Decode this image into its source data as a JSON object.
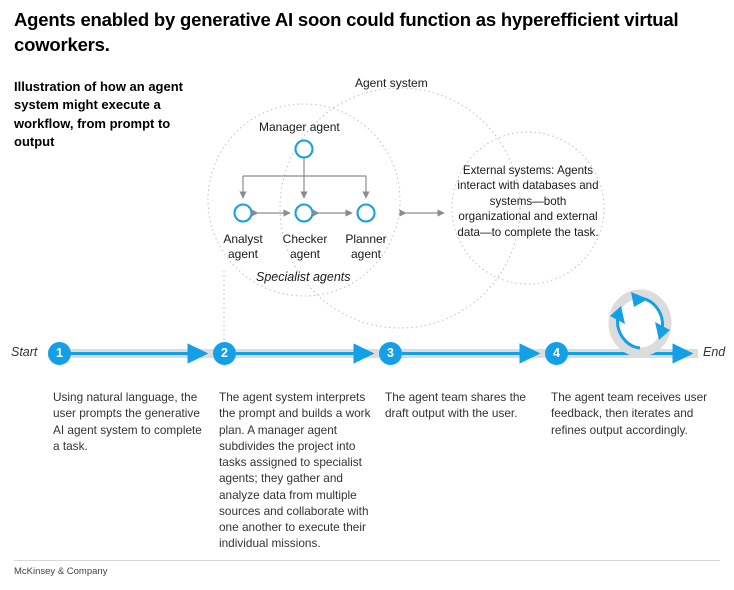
{
  "header": {
    "title": "Agents enabled by generative AI soon could function as hyperefficient virtual coworkers.",
    "subtitle": "Illustration of how an agent system might execute a workflow, from prompt to output"
  },
  "diagram": {
    "agent_system_label": "Agent system",
    "manager_agent_label": "Manager agent",
    "specialist_agents_label": "Specialist agents",
    "specialist_agents": [
      {
        "name": "Analyst\nagent"
      },
      {
        "name": "Checker\nagent"
      },
      {
        "name": "Planner\nagent"
      }
    ],
    "external_systems_text": "External systems: Agents interact with databases and systems—both organizational and external data—to complete the task."
  },
  "timeline": {
    "start_label": "Start",
    "end_label": "End",
    "steps": [
      {
        "number": "1",
        "caption": "Using natural language, the user prompts the generative AI agent system to complete a task."
      },
      {
        "number": "2",
        "caption": "The agent system interprets the prompt and builds a work plan. A manager agent subdivides the project into tasks assigned to specialist agents; they gather and analyze data from multiple sources and collaborate with one another to execute their individual missions."
      },
      {
        "number": "3",
        "caption": "The agent team shares the draft output with the user."
      },
      {
        "number": "4",
        "caption": "The agent team receives user feedback, then iterates and refines output accordingly."
      }
    ],
    "loop_icon": "refresh-loop-icon"
  },
  "footer": {
    "label": "McKinsey & Company"
  },
  "colors": {
    "accent_blue": "#14A0E6",
    "track_gray": "#DCDCDC",
    "arrow_gray": "#8C8C8C",
    "dotted_gray": "#BFBFBF",
    "text_dark": "#1a1a1a"
  }
}
